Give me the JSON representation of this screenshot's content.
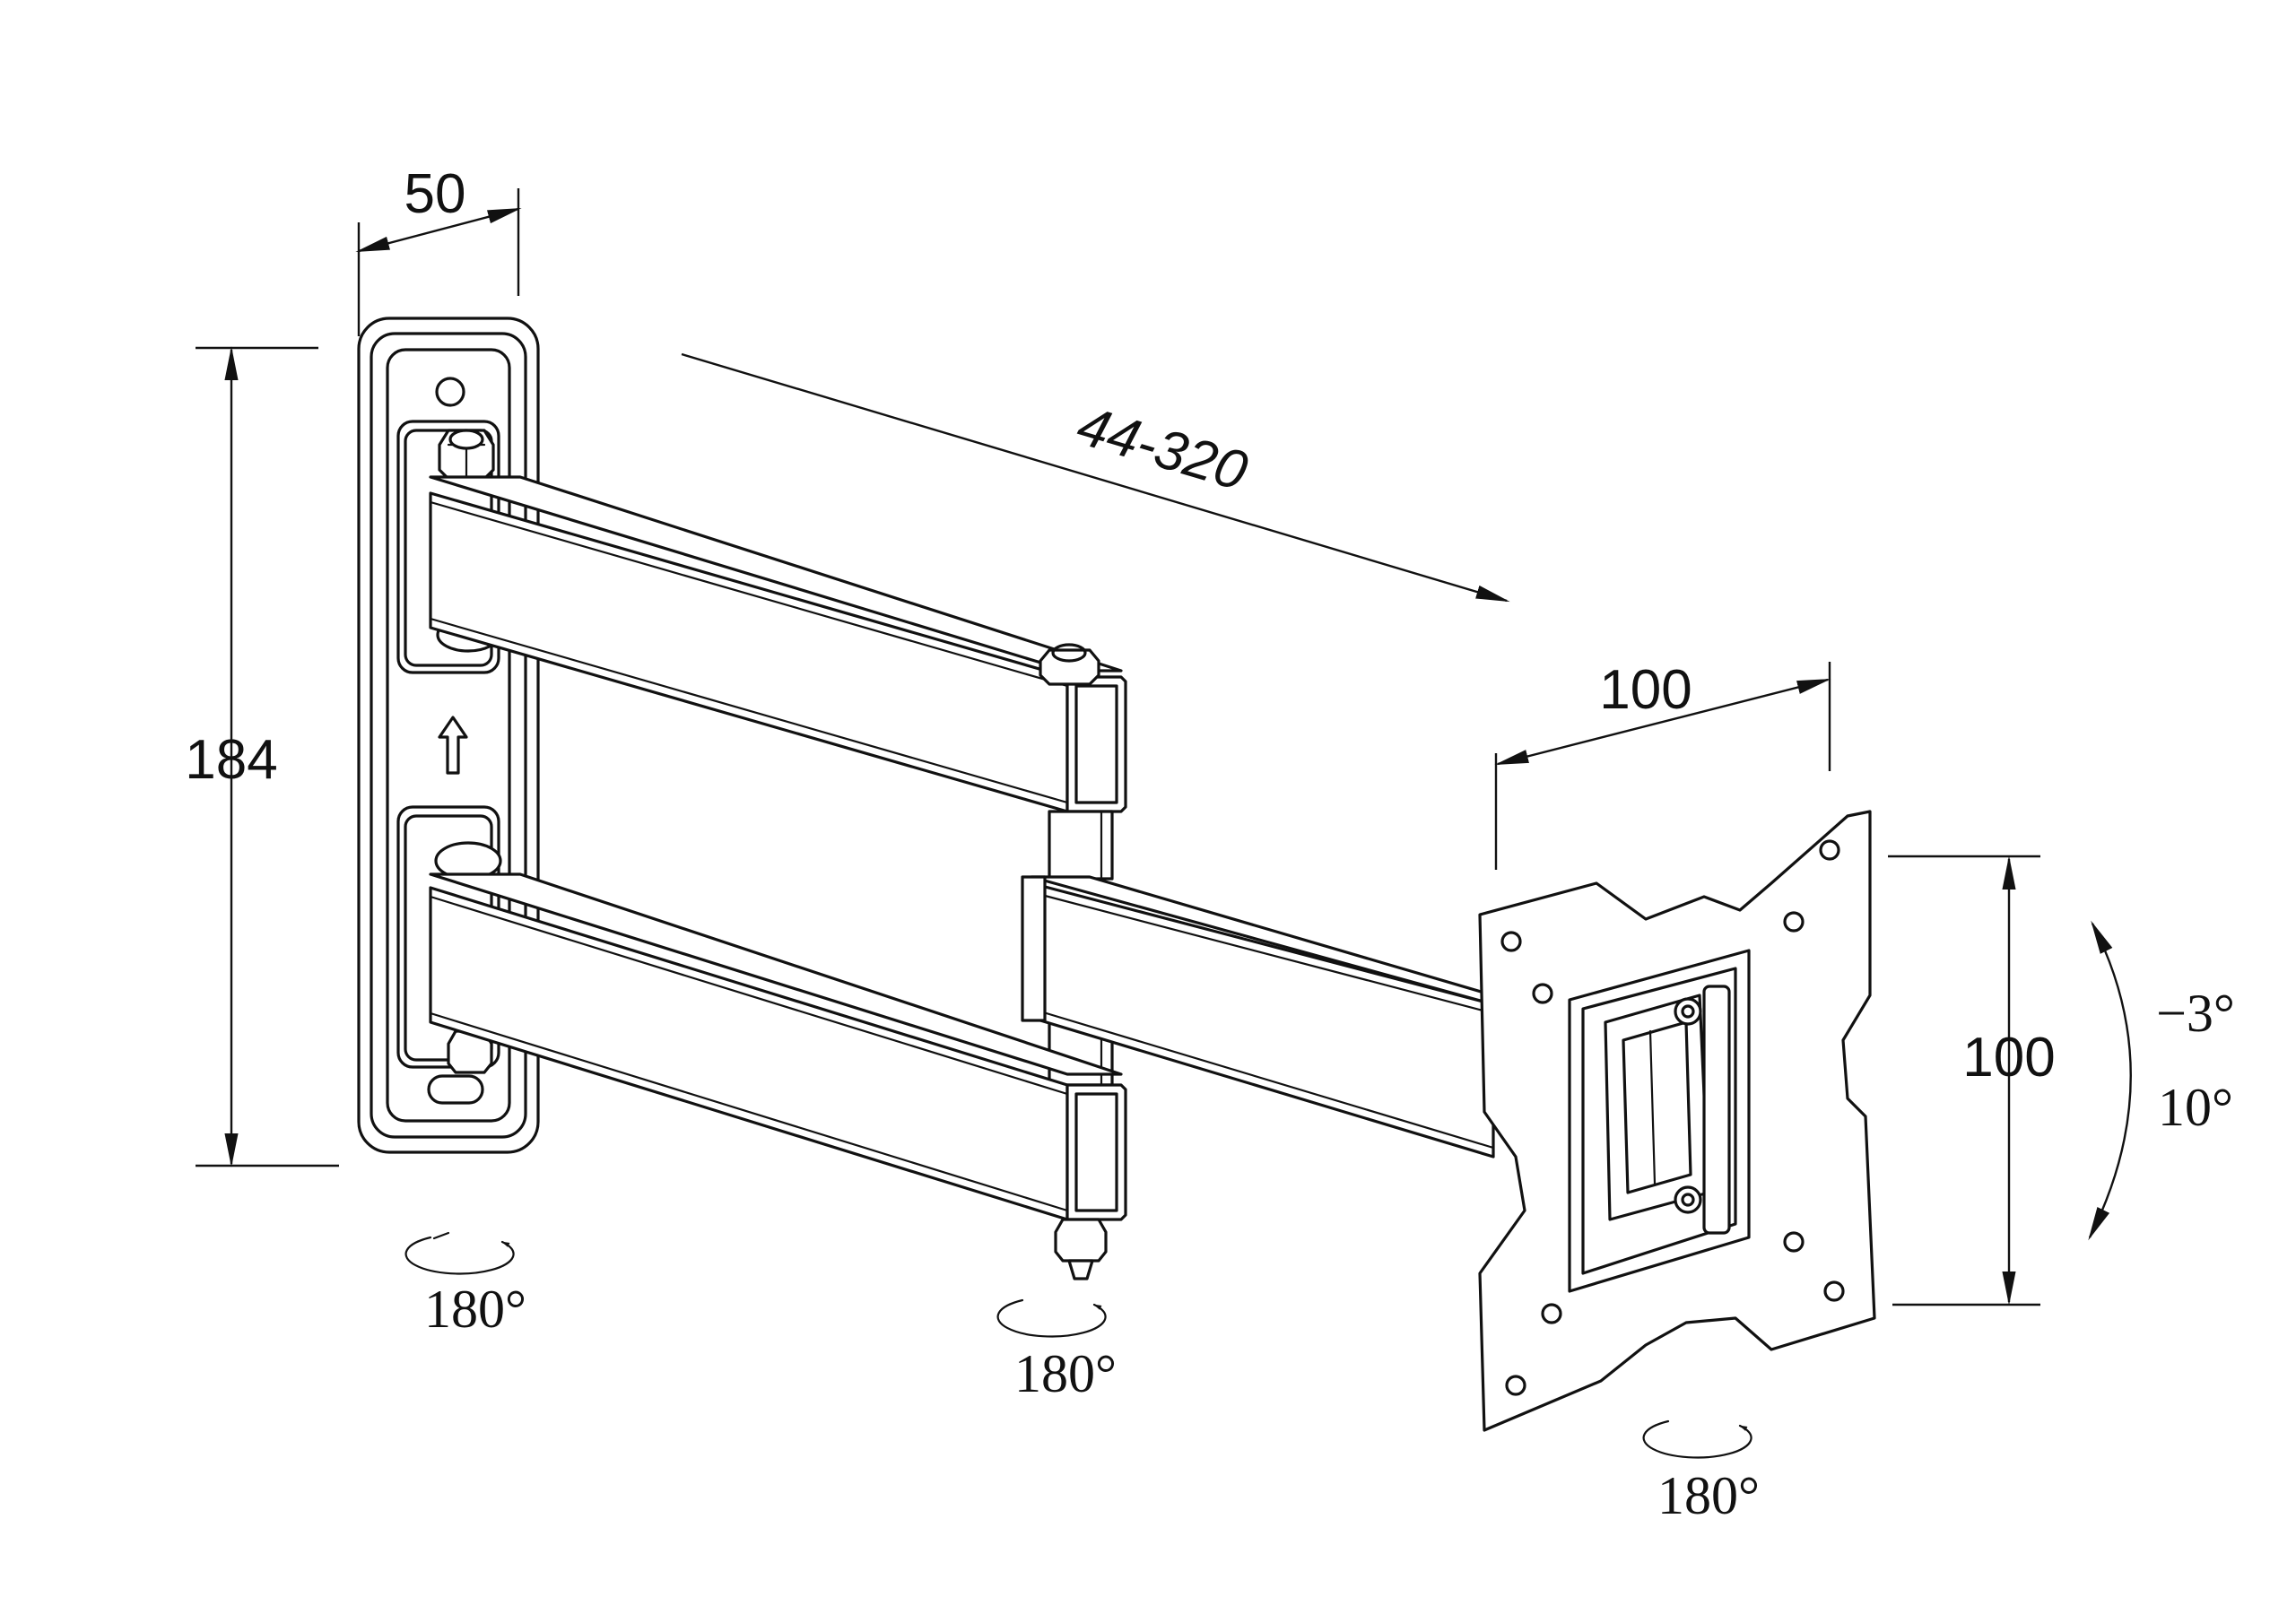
{
  "dimensions": {
    "plate_depth": "50",
    "plate_height": "184",
    "arm_extension": "44-320",
    "vesa_width": "100",
    "vesa_height": "100"
  },
  "rotations": {
    "wall_pivot": "180°",
    "elbow_pivot": "180°",
    "head_pivot": "180°"
  },
  "tilt": {
    "up": "−3°",
    "down": "10°"
  }
}
